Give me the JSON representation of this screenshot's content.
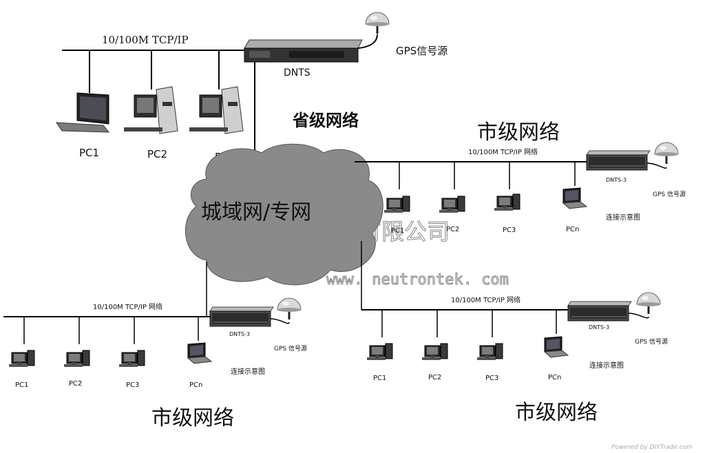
{
  "top": {
    "network_label": "10/100M TCP/IP",
    "server_label": "DNTS",
    "gps_label": "GPS信号源",
    "pcs": [
      "PC1",
      "PC2",
      "PC3"
    ]
  },
  "center": {
    "province_label": "省级网络",
    "cloud_label": "城域网/专网",
    "watermark_company": "北京中新创科技有限公司",
    "watermark_url": "www. neutrontek. com"
  },
  "city_right": {
    "title": "市级网络",
    "network_label": "10/100M TCP/IP  网络",
    "server_label": "DNTS-3",
    "gps_label": "GPS  信号源",
    "pcs": [
      "PC1",
      "PC2",
      "PC3",
      "PCn"
    ],
    "caption": "连接示意图"
  },
  "city_left": {
    "title": "市级网络",
    "network_label": "10/100M TCP/IP  网络",
    "server_label": "DNTS-3",
    "gps_label": "GPS  信号源",
    "pcs": [
      "PC1",
      "PC2",
      "PC3",
      "PCn"
    ],
    "caption": "连接示意图"
  },
  "city_bottom": {
    "title": "市级网络",
    "network_label": "10/100M TCP/IP  网络",
    "server_label": "DNTS-3",
    "gps_label": "GPS  信号源",
    "pcs": [
      "PC1",
      "PC2",
      "PC3",
      "PCn"
    ],
    "caption": "连接示意图"
  },
  "footer": "Powered by DIYTrade.com"
}
